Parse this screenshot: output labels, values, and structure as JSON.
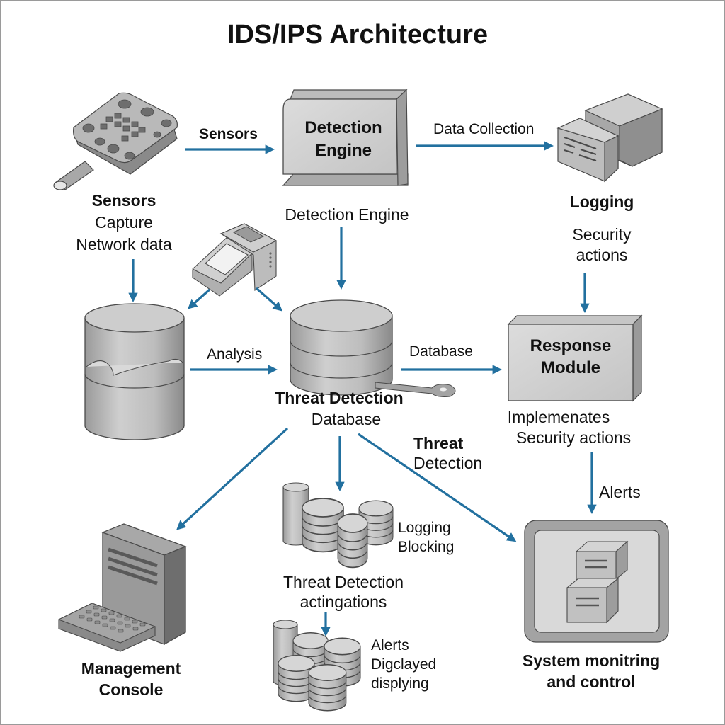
{
  "title": "IDS/IPS Architecture",
  "colors": {
    "arrow": "#22709f",
    "device_fill": "#c9c9c9",
    "device_dark": "#8e8e8e",
    "outline": "#4a4a4a",
    "text": "#111111",
    "frame": "#9a9a9a"
  },
  "nodes": {
    "sensors": {
      "title": "Sensors",
      "sub1": "Capture",
      "sub2": "Network data",
      "icon": "sensor-device-icon"
    },
    "detection_engine": {
      "box1": "Detection",
      "box2": "Engine",
      "caption": "Detection Engine",
      "icon": "detection-engine-box-icon"
    },
    "logging": {
      "title": "Logging",
      "sub1": "Security",
      "sub2": "actions",
      "icon": "log-storage-icon"
    },
    "analysis_store": {
      "icon": "storage-cylinder-icon"
    },
    "appliance": {
      "icon": "network-appliance-icon"
    },
    "threat_db": {
      "title": "Threat Detection",
      "sub": "Database",
      "icon": "database-icon"
    },
    "response_module": {
      "box1": "Response",
      "box2": "Module",
      "sub1": "Implemenates",
      "sub2": "Security actions",
      "icon": "response-module-box-icon"
    },
    "storage_cluster_1": {
      "line1": "Logging",
      "line2": "Blocking",
      "icon": "database-cluster-icon"
    },
    "middle_caption": {
      "line1": "Threat Detection",
      "line2": "actingations"
    },
    "storage_cluster_2": {
      "line1": "Alerts",
      "line2": "Digclayed",
      "line3": "displying",
      "icon": "database-cluster-icon"
    },
    "management_console": {
      "line1": "Management",
      "line2": "Console",
      "icon": "server-keyboard-icon"
    },
    "system_monitoring": {
      "line1": "System monitring",
      "line2": "and control",
      "icon": "monitor-cabinet-icon"
    }
  },
  "edges": {
    "sensors_to_engine": "Sensors",
    "engine_to_logging": "Data Collection",
    "store_to_db": "Analysis",
    "db_to_response": "Database",
    "db_to_monitor_bold": "Threat",
    "db_to_monitor": "Detection",
    "response_to_monitor": "Alerts"
  }
}
